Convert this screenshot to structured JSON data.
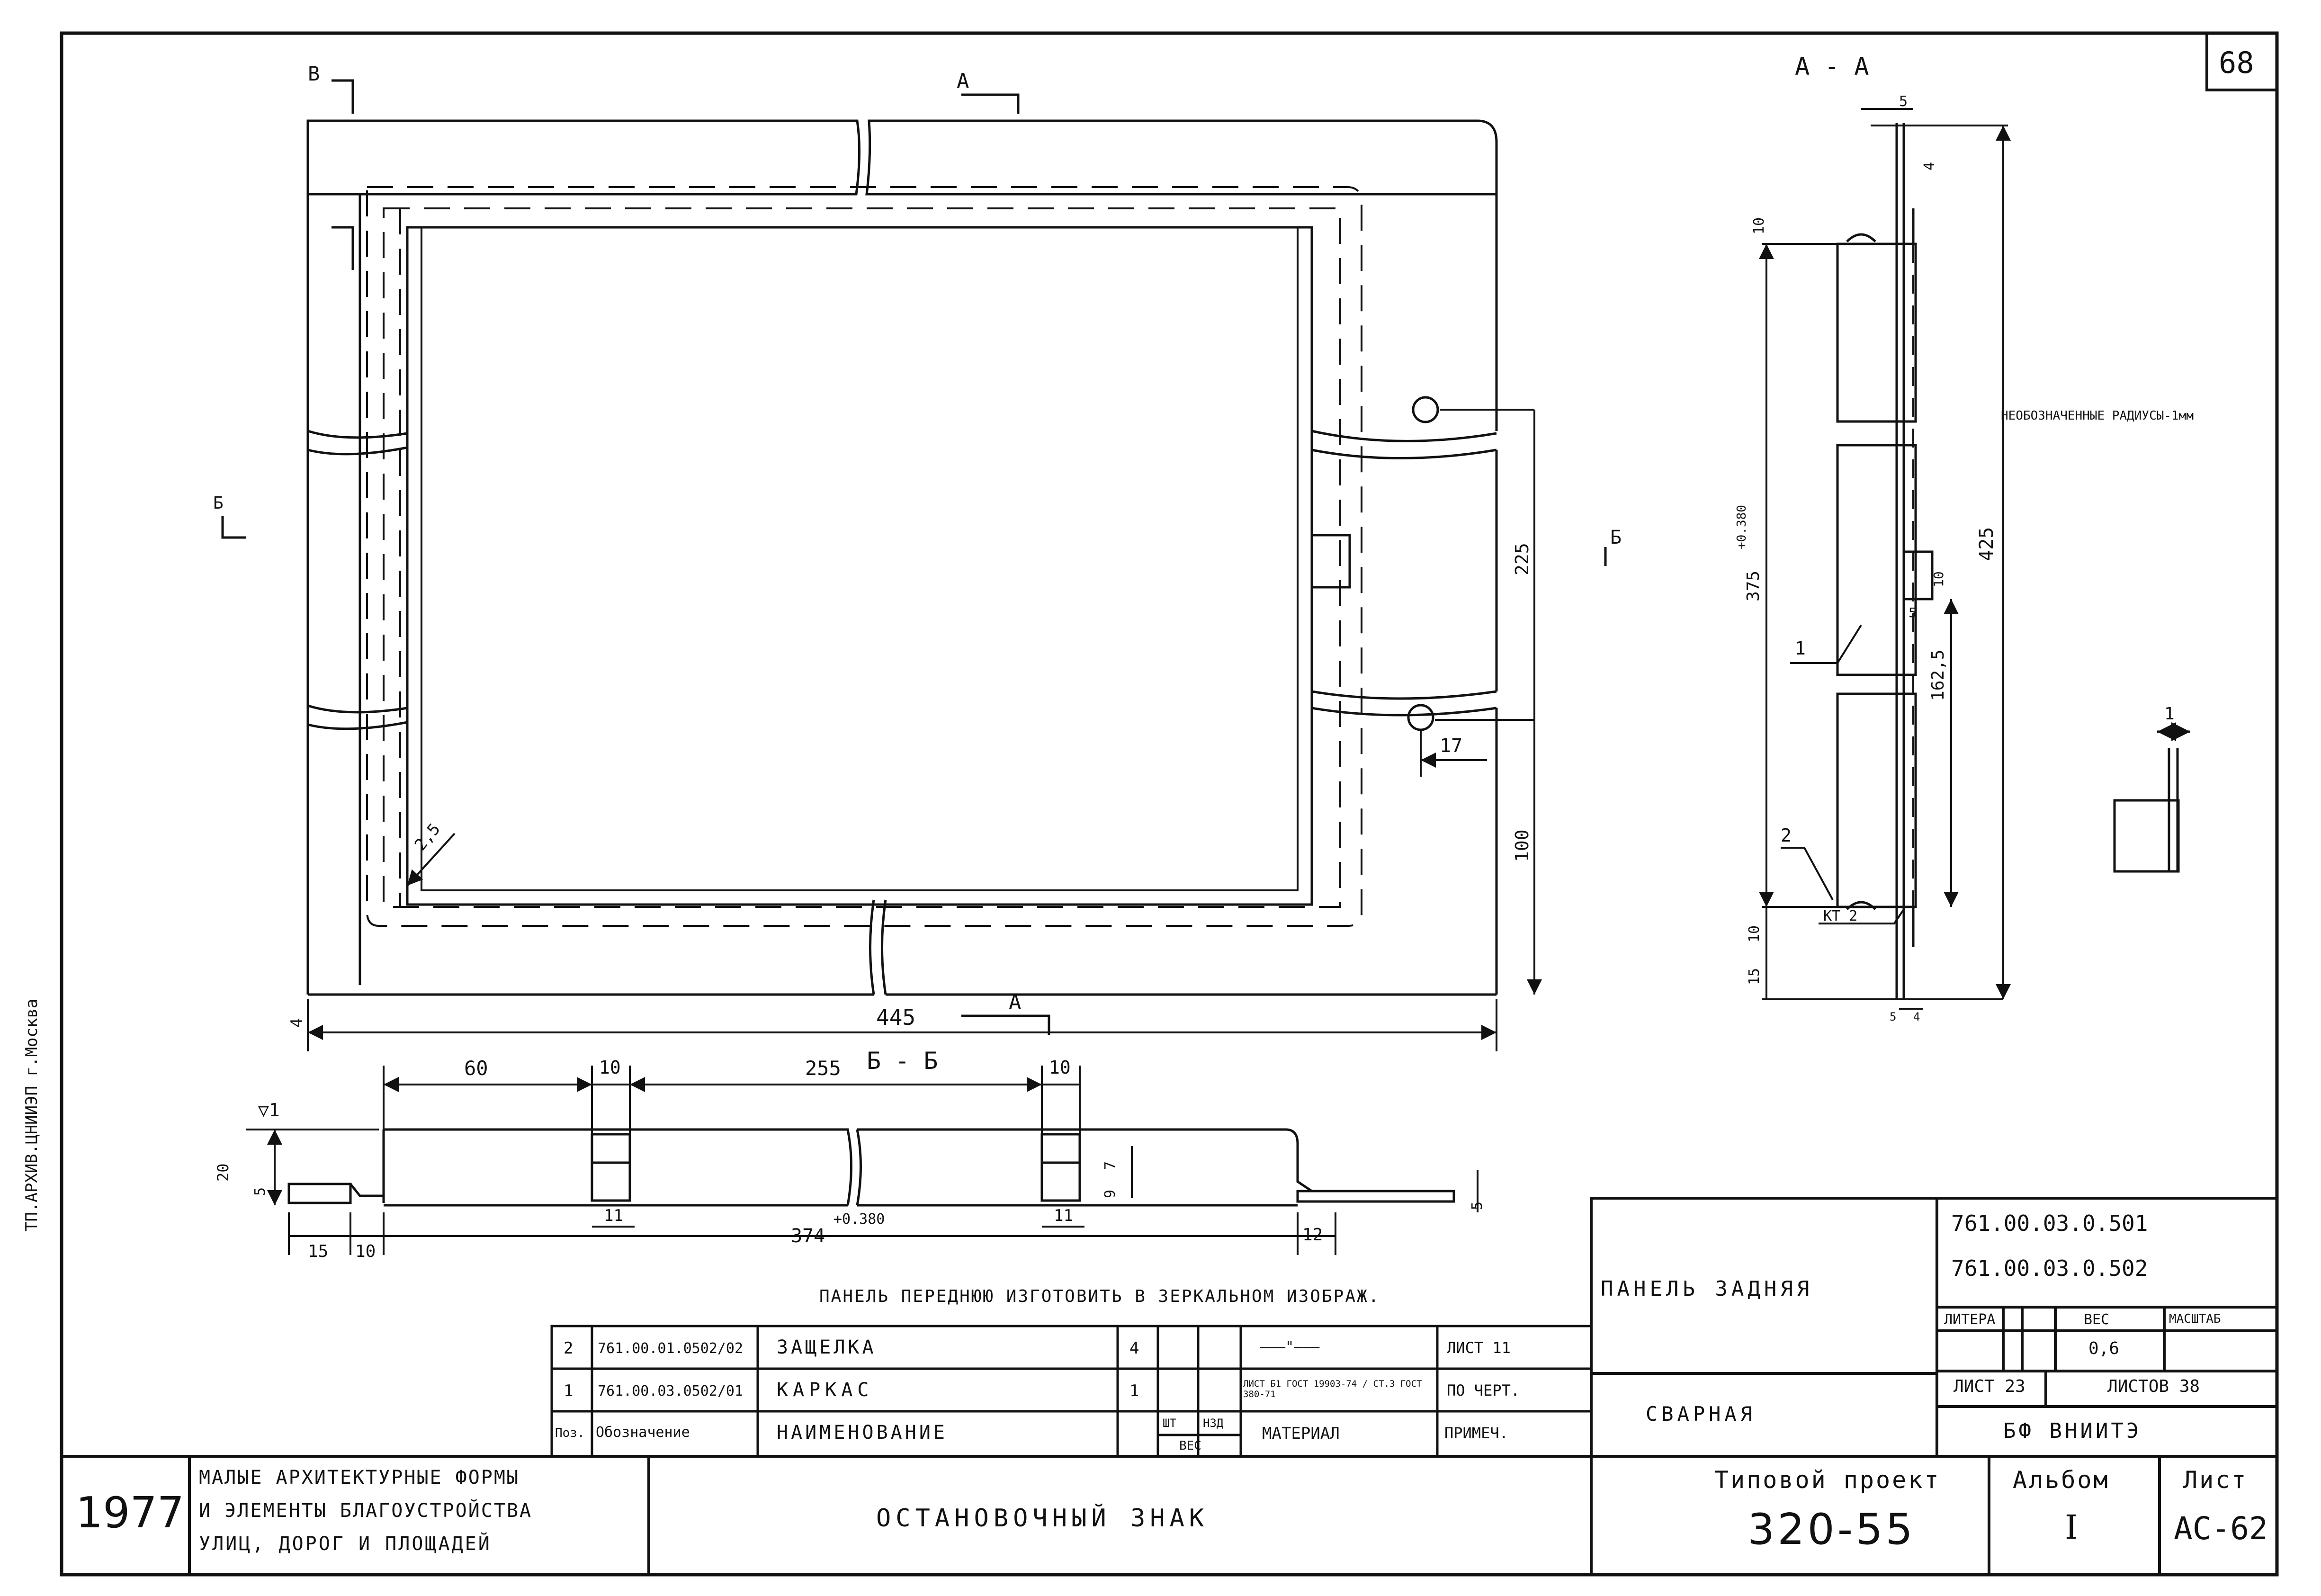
{
  "sheet": {
    "page_number": "68",
    "margin_note": "ТП.АРХИВ.ЦНИИЭП  г.Москва"
  },
  "section_labels": {
    "aa_title": "А - А",
    "bb_title": "Б - Б",
    "cut_a_top": "А",
    "cut_a_bottom": "А",
    "cut_b_left": "Б",
    "cut_b_right": "Б",
    "cut_v": "В"
  },
  "main_view": {
    "dim_width": "445",
    "dim_225": "225",
    "dim_100": "100",
    "dim_17": "17",
    "dim_4": "4",
    "radius_label": "2,5"
  },
  "section_aa": {
    "dim_5_top": "5",
    "dim_4_top": "4",
    "dim_10_top": "10",
    "dim_375": "375",
    "tol_375": "+0.380",
    "dim_425": "425",
    "dim_10_mid": "10",
    "dim_5_mid": "5",
    "dim_162": "162,5",
    "dim_10_bot": "10",
    "dim_15_bot": "15",
    "dim_5_b1": "5",
    "dim_4_b2": "4",
    "leader_1": "1",
    "leader_2": "2",
    "weld_mark": "КТ 2",
    "note_radii": "НЕОБОЗНАЧЕННЫЕ РАДИУСЫ-1мм"
  },
  "detail": {
    "dim_1": "1"
  },
  "section_bb": {
    "dim_60": "60",
    "dim_10a": "10",
    "dim_255": "255",
    "dim_10b": "10",
    "dim_20": "20",
    "dim_5_left": "5",
    "dim_7": "7",
    "dim_9": "9",
    "dim_5_right": "5",
    "dim_15": "15",
    "dim_10c": "10",
    "dim_11a": "11",
    "dim_374": "374",
    "tol_374": "+0.380",
    "dim_11b": "11",
    "dim_12": "12",
    "mark_v1": "▽1"
  },
  "note_mirror": "ПАНЕЛЬ ПЕРЕДНЮЮ ИЗГОТОВИТЬ В ЗЕРКАЛЬНОМ ИЗОБРАЖ.",
  "spec_table": {
    "rows": [
      {
        "pos": "2",
        "designation": "761.00.01.0502/02",
        "name": "ЗАЩЕЛКА",
        "qty": "4",
        "material": "———\"———",
        "note": "ЛИСТ 11"
      },
      {
        "pos": "1",
        "designation": "761.00.03.0502/01",
        "name": "КАРКАС",
        "qty": "1",
        "material": "ЛИСТ Б1 ГОСТ 19903-74 / СТ.3 ГОСТ 380-71",
        "note": "ПО ЧЕРТ."
      }
    ],
    "header": {
      "pos": "Поз.",
      "designation": "Обозначение",
      "name": "НАИМЕНОВАНИЕ",
      "qty": "ШТ",
      "weight1": "НЗД",
      "weight2": "ВЕС",
      "material": "МАТЕРИАЛ",
      "note": "ПРИМЕЧ."
    }
  },
  "title_block": {
    "part_name": "ПАНЕЛЬ ЗАДНЯЯ",
    "part_type": "СВАРНАЯ",
    "code_1": "761.00.03.0.501",
    "code_2": "761.00.03.0.502",
    "litera": "ЛИТЕРА",
    "ves": "ВЕС",
    "masshtab": "МАСШТАБ",
    "weight_val": "0,6",
    "list": "ЛИСТ 23",
    "listov": "ЛИСТОВ 38",
    "org": "БФ ВНИИТЭ",
    "year": "1977",
    "series_1": "МАЛЫЕ АРХИТЕКТУРНЫЕ ФОРМЫ",
    "series_2": "И ЭЛЕМЕНТЫ БЛАГОУСТРОЙСТВА",
    "series_3": "УЛИЦ, ДОРОГ И ПЛОЩАДЕЙ",
    "object": "ОСТАНОВОЧНЫЙ ЗНАК",
    "project_label": "Типовой проект",
    "project_num": "320-55",
    "album_label": "Альбом",
    "album_val": "I",
    "sheet_label": "Лист",
    "sheet_val": "АС-62"
  }
}
